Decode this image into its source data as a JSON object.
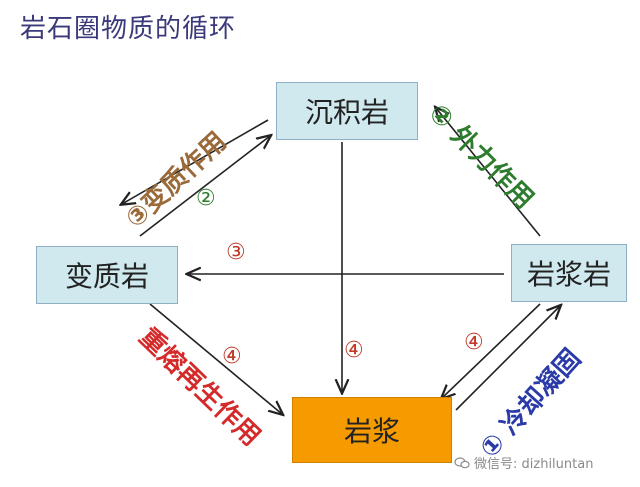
{
  "title": "岩石圈物质的循环",
  "nodes": {
    "sedimentary": "沉积岩",
    "metamorphic": "变质岩",
    "igneous": "岩浆岩",
    "magma": "岩浆"
  },
  "processes": {
    "metamorphism": "③变质作用",
    "external": "② 外力作用",
    "remelting": "重熔再生作用",
    "cooling": "① 冷却凝固"
  },
  "markers": {
    "m2_left": "②",
    "m3_mid": "③",
    "m4_left": "④",
    "m4_center": "④",
    "m4_right": "④"
  },
  "watermark": "微信号: dizhiluntan",
  "colors": {
    "rock_box": "#cfe9ef",
    "magma_box": "#f59b00",
    "title": "#3a3a7a",
    "metamorphism": "#9a6a3a",
    "external": "#2e7d2e",
    "remelting": "#d42a2a",
    "cooling": "#2a3aa8",
    "marker": "#c0392b"
  }
}
